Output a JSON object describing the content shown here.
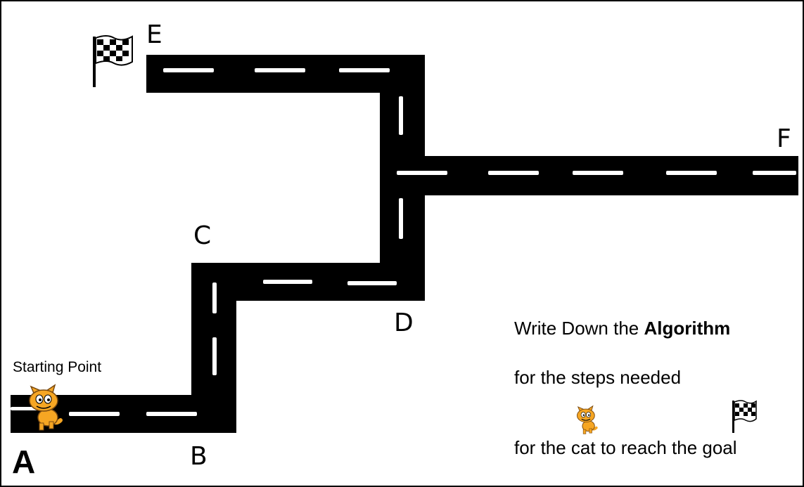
{
  "start_label": "Starting Point",
  "points": {
    "a": "A",
    "b": "B",
    "c": "C",
    "d": "D",
    "e": "E",
    "f": "F"
  },
  "instructions": {
    "line1_prefix": "Write Down the ",
    "line1_bold": "Algorithm",
    "line2": "for the steps needed",
    "line3": "for the cat to reach the goal"
  },
  "colors": {
    "road": "#000000",
    "lane_marks": "#ffffff",
    "cat_body": "#f6a623",
    "flag": "#000000"
  },
  "icons": [
    "cat-sprite-icon",
    "checkered-flag-icon"
  ]
}
